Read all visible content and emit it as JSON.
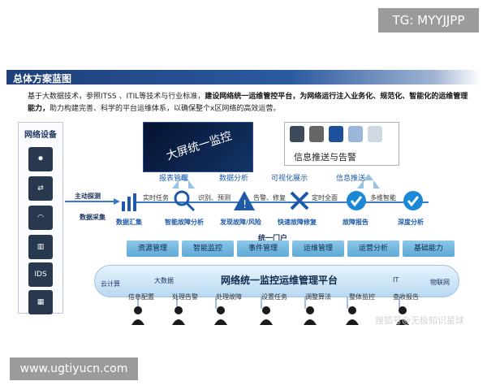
{
  "watermarks": {
    "top": "TG: MYYJJPP",
    "bottom": "www.ugtiyucn.com",
    "sohu": "搜狐号@无极知识星球"
  },
  "title": "总体方案蓝图",
  "desc_normal_1": "基于大数据技术，参照ITSS 、ITIL等技术与行业标准，",
  "desc_bold": "建设网络统一运维管控平台，为网络运行注入业务化、规范化、智能化的运维管理能力，",
  "desc_normal_2": "助力构建完善、科学的平台运维体系，以确保整个x区网络的高效运营。",
  "network": {
    "title": "网络设备",
    "devices": [
      "router",
      "switch",
      "wifi",
      "server",
      "IDS",
      "firewall"
    ],
    "active": "主动探测",
    "collect": "数据采集"
  },
  "top": {
    "big_screen": "大屏统一监控",
    "info_push": "信息推送与告警"
  },
  "up_labels": [
    "报表管理",
    "数据分析",
    "可视化展示",
    "信息推送"
  ],
  "flow": {
    "nodes": [
      "数据汇集",
      "智能故障分析",
      "发现故障/风险",
      "快速故障修复",
      "故障报告",
      "深度分析"
    ],
    "steps": [
      "实时任务",
      "识别、预测",
      "告警、修复",
      "定时全面",
      "多维智能"
    ]
  },
  "portal": "统一门户",
  "modules": [
    "资源管理",
    "智能监控",
    "事件管理",
    "运维管理",
    "运营分析",
    "基础能力"
  ],
  "platform": {
    "title": "网络统一监控运维管理平台",
    "left1": "云计算",
    "left2": "大数据",
    "right1": "IT",
    "right2": "物联网"
  },
  "roles": [
    "信息配置",
    "处理告警",
    "处理故障",
    "设置任务",
    "调整算法",
    "整体监控",
    "查收报告"
  ]
}
